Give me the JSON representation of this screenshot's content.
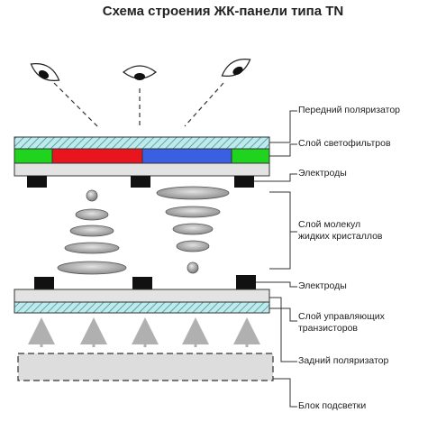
{
  "title": "Схема строения ЖК-панели типа TN",
  "labels": {
    "front_polarizer": "Передний поляризатор",
    "color_filters": "Слой светофильтров",
    "electrodes_top": "Электроды",
    "liquid_crystals_line1": "Слой молекул",
    "liquid_crystals_line2": "жидких кристаллов",
    "electrodes_bottom": "Электроды",
    "transistors_line1": "Слой управляющих",
    "transistors_line2": "транзисторов",
    "rear_polarizer": "Задний поляризатор",
    "backlight": "Блок подсветки"
  },
  "colors": {
    "filter_green": "#1fd31f",
    "filter_red": "#e8141e",
    "filter_blue": "#3a5fe0",
    "hatch_fill": "#bfe9ea",
    "hatch_line": "#2a8f93",
    "glass": "#e3e3e3",
    "electrode": "#111111",
    "molecule": "#a7a7a7",
    "arrow": "#b0b0b0"
  }
}
